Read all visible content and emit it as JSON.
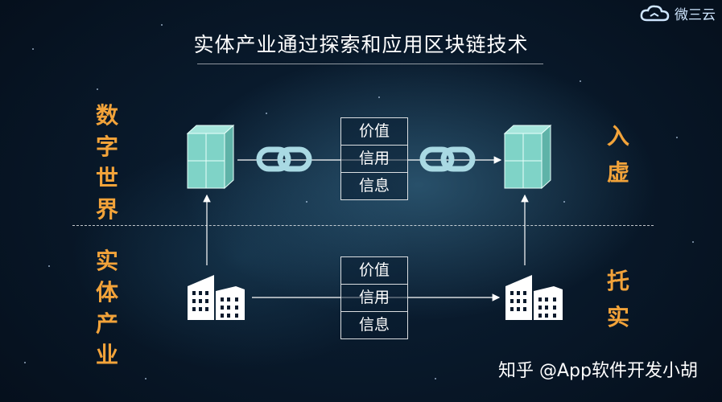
{
  "title": "实体产业通过探索和应用区块链技术",
  "logo": {
    "text": "微三云",
    "icon": "cloud-icon"
  },
  "labels": {
    "digital_world": [
      "数",
      "字",
      "世",
      "界"
    ],
    "real_industry": [
      "实",
      "体",
      "产",
      "业"
    ],
    "right_top": [
      "入",
      "虚"
    ],
    "right_bottom": [
      "托",
      "实"
    ]
  },
  "top_box": [
    "价值",
    "信用",
    "信息"
  ],
  "bottom_box": [
    "价值",
    "信用",
    "信息"
  ],
  "watermark": "知乎 @App软件开发小胡",
  "colors": {
    "accent": "#f2a33a",
    "cube": "#7fd3c7",
    "link": "#a9d9e3"
  }
}
